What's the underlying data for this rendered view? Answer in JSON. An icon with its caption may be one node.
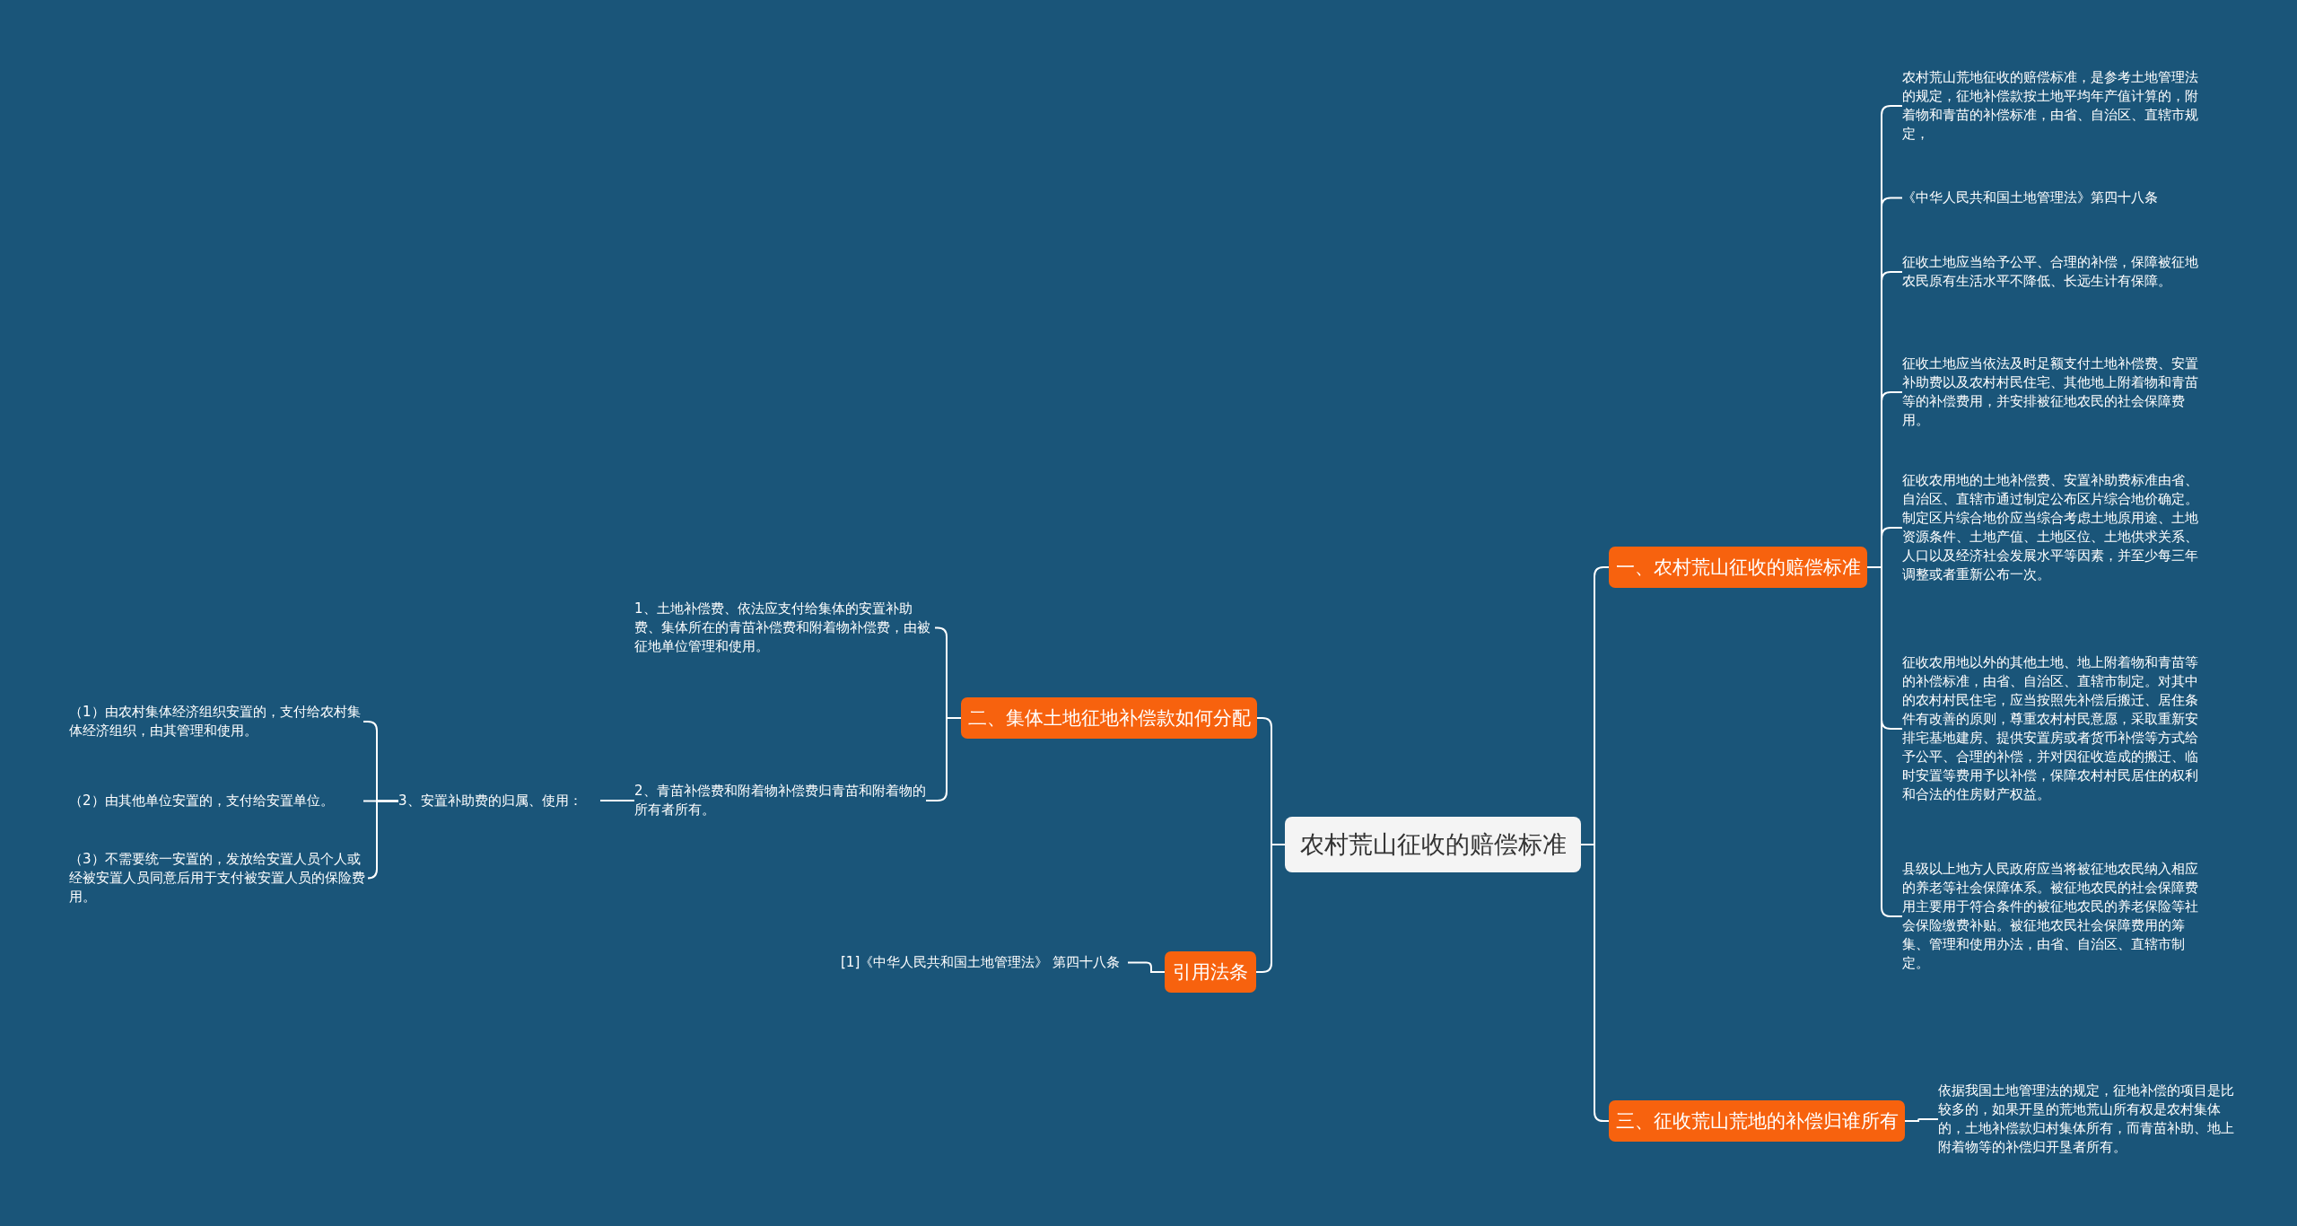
{
  "diagram": {
    "nodes": [
      {
        "text": [
          "农村荒山征收的赔偿标准"
        ]
      },
      {
        "text": [
          "一、农村荒山征收的赔偿标准"
        ]
      },
      {
        "text": [
          "农村荒山荒地征收的赔偿标准，是参考土地管理法的规定，征地补偿款按土地平均年产值计算的，附着物和青苗的补偿标准，由省、自治区、直辖市规定，"
        ]
      },
      {
        "text": [
          "《中华人民共和国土地管理法》第四十八条"
        ]
      },
      {
        "text": [
          "征收土地应当给予公平、合理的补偿，保障被征地农民原有生活水平不降低、长远生计有保障。"
        ]
      },
      {
        "text": [
          "征收土地应当依法及时足额支付土地补偿费、安置补助费以及农村村民住宅、其他地上附着物和青苗等的补偿费用，并安排被征地农民的社会保障费用。"
        ]
      },
      {
        "text": [
          "征收农用地的土地补偿费、安置补助费标准由省、自治区、直辖市通过制定公布区片综合地价确定。制定区片综合地价应当综合考虑土地原用途、土地资源条件、土地产值、土地区位、土地供求关系、人口以及经济社会发展水平等因素，并至少每三年调整或者重新公布一次。"
        ]
      },
      {
        "text": [
          "征收农用地以外的其他土地、地上附着物和青苗等的补偿标准，由省、自治区、直辖市制定。对其中的农村村民住宅，应当按照先补偿后搬迁、居住条件有改善的原则，尊重农村村民意愿，采取重新安排宅基地建房、提供安置房或者货币补偿等方式给予公平、合理的补偿，并对因征收造成的搬迁、临时安置等费用予以补偿，保障农村村民居住的权利和合法的住房财产权益。"
        ]
      },
      {
        "text": [
          "县级以上地方人民政府应当将被征地农民纳入相应的养老等社会保障体系。被征地农民的社会保障费用主要用于符合条件的被征地农民的养老保险等社会保险缴费补贴。被征地农民社会保障费用的筹集、管理和使用办法，由省、自治区、直辖市制定。"
        ]
      },
      {
        "text": [
          "三、征收荒山荒地的补偿归谁所有"
        ]
      },
      {
        "text": [
          "依据我国土地管理法的规定，征地补偿的项目是比较多的，如果开垦的荒地荒山所有权是农村集体的，土地补偿款归村集体所有，而青苗补助、地上附着物等的补偿归开垦者所有。"
        ]
      },
      {
        "text": [
          "二、集体土地征地补偿款如何分配"
        ]
      },
      {
        "text": [
          "1、土地补偿费、依法应支付给集体的安置补助费、集体所在的青苗补偿费和附着物补偿费，由被征地单位管理和使用。"
        ]
      },
      {
        "text": [
          "2、青苗补偿费和附着物补偿费归青苗和附着物的所有者所有。"
        ]
      },
      {
        "text": [
          "3、安置补助费的归属、使用："
        ]
      },
      {
        "text": [
          "（1）由农村集体经济组织安置的，支付给农村集体经济组织，由其管理和使用。"
        ]
      },
      {
        "text": [
          "（2）由其他单位安置的，支付给安置单位。"
        ]
      },
      {
        "text": [
          "（3）不需要统一安置的，发放给安置人员个人或经被安置人员同意后用于支付被安置人员的保险费用。"
        ]
      },
      {
        "text": [
          "引用法条"
        ]
      },
      {
        "text": [
          "[1]《中华人民共和国土地管理法》 第四十八条"
        ]
      }
    ],
    "edges": [
      {
        "from": 0,
        "to": 1,
        "arrow": "none"
      },
      {
        "from": 0,
        "to": 9,
        "arrow": "none"
      },
      {
        "from": 0,
        "to": 11,
        "arrow": "none"
      },
      {
        "from": 0,
        "to": 18,
        "arrow": "none"
      },
      {
        "from": 1,
        "to": 2,
        "arrow": "none"
      },
      {
        "from": 1,
        "to": 3,
        "arrow": "none"
      },
      {
        "from": 1,
        "to": 4,
        "arrow": "none"
      },
      {
        "from": 1,
        "to": 5,
        "arrow": "none"
      },
      {
        "from": 1,
        "to": 6,
        "arrow": "none"
      },
      {
        "from": 1,
        "to": 7,
        "arrow": "none"
      },
      {
        "from": 1,
        "to": 8,
        "arrow": "none"
      },
      {
        "from": 9,
        "to": 10,
        "arrow": "none"
      },
      {
        "from": 11,
        "to": 12,
        "arrow": "none"
      },
      {
        "from": 11,
        "to": 13,
        "arrow": "none"
      },
      {
        "from": 13,
        "to": 14,
        "arrow": "none"
      },
      {
        "from": 14,
        "to": 15,
        "arrow": "none"
      },
      {
        "from": 14,
        "to": 16,
        "arrow": "none"
      },
      {
        "from": 14,
        "to": 17,
        "arrow": "none"
      },
      {
        "from": 18,
        "to": 19,
        "arrow": "none"
      }
    ]
  }
}
